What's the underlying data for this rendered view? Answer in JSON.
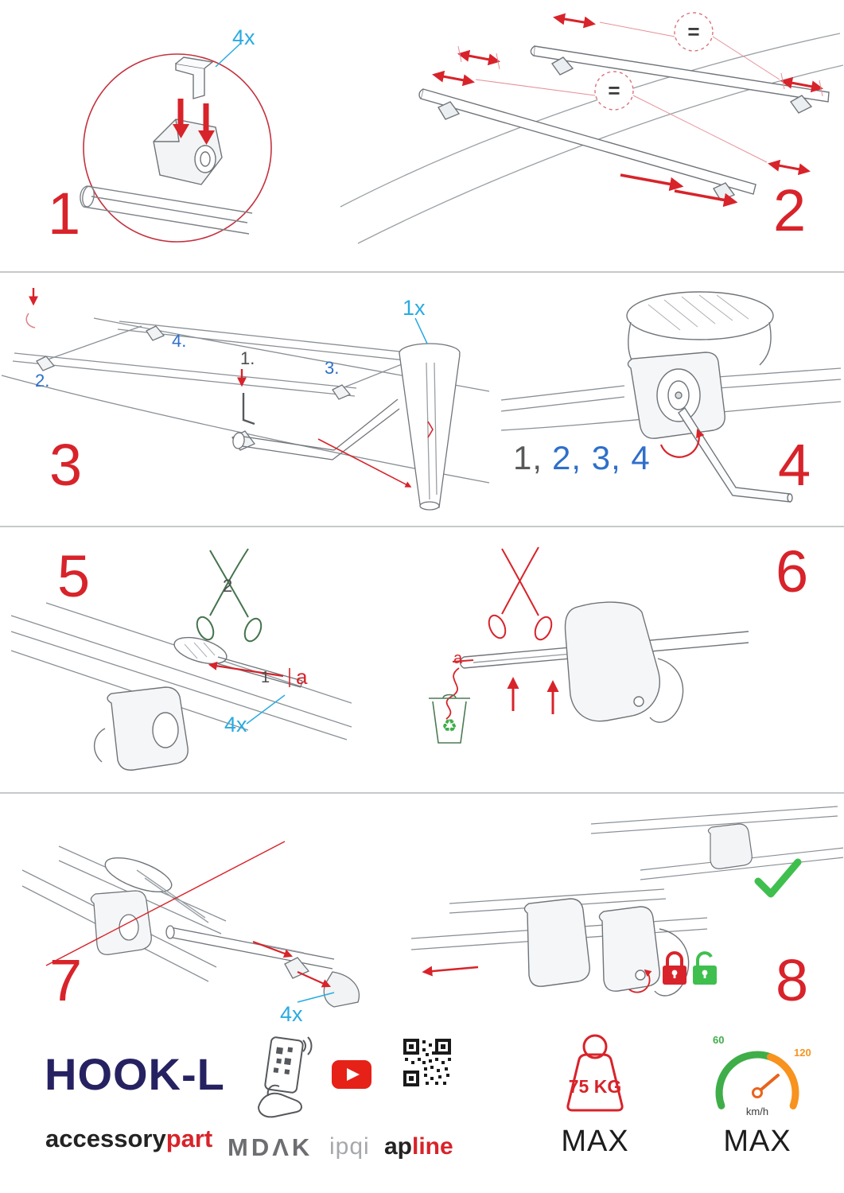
{
  "document": {
    "type": "roof-rack assembly instructions"
  },
  "colors": {
    "step_red": "#d8232a",
    "cyan": "#29abe2",
    "blue": "#2e6fca",
    "navy": "#262262",
    "green": "#3fbf4e",
    "orange": "#f7931e",
    "gray": "#6d6e71"
  },
  "steps": {
    "step1": {
      "number": "1",
      "qty": "4x"
    },
    "step2": {
      "number": "2",
      "equals": "="
    },
    "step3": {
      "number": "3",
      "qty": "1x",
      "sub1": "1.",
      "sub2": "2.",
      "sub3": "3.",
      "sub4": "4."
    },
    "step4": {
      "number": "4",
      "seq_first": "1,",
      "seq_rest": "2, 3, 4"
    },
    "step5": {
      "number": "5",
      "scissors_num": "2",
      "strap_num": "1",
      "letter_a": "a",
      "qty": "4x"
    },
    "step6": {
      "number": "6",
      "letter_a": "a"
    },
    "step7": {
      "number": "7",
      "qty": "4x"
    },
    "step8": {
      "number": "8"
    }
  },
  "icons": {
    "recycle": "♻"
  },
  "footer": {
    "product": "HOOK-L",
    "brand_black": "accessory",
    "brand_red": "part",
    "logo_mdak": "MDΛK",
    "logo_ipqi": "ipqi",
    "logo_ap": "ap",
    "logo_line": "line",
    "weight": "75 KG",
    "weight_max": "MAX",
    "speed_low": "60",
    "speed_high": "120",
    "speed_unit": "km/h",
    "speed_max": "MAX"
  }
}
